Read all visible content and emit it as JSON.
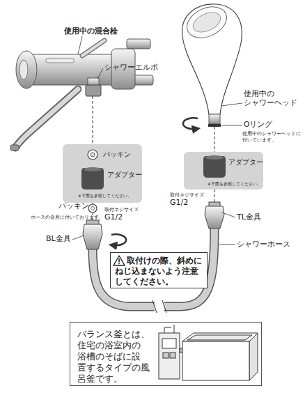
{
  "diagram": {
    "nodes": [
      {
        "text": [
          "パッキン",
          "アダプター",
          "※下面を参照してください。"
        ]
      },
      {
        "text": [
          "アダプター",
          "※下面を参照してください。"
        ]
      },
      {
        "text": [
          "取付けの際、斜めに ねじ込まないよう注意 してください。"
        ]
      },
      {
        "text": [
          "バランス釜とは、 住宅の浴室内の 浴槽のそばに設 置するタイプの風 呂釜です。"
        ]
      }
    ],
    "labels": [
      "使用中の混合栓",
      "シャワーエルボ",
      "パッキン",
      "ホースの金具に付いております。",
      "取付ネジサイズ",
      "G1/2",
      "BL金具",
      "使用中の シャワーヘッド",
      "Oリング",
      "使用中のシャワーヘッドに 付いています。",
      "取付ネジサイズ",
      "G1/2",
      "TL金具",
      "シャワーホース"
    ]
  }
}
